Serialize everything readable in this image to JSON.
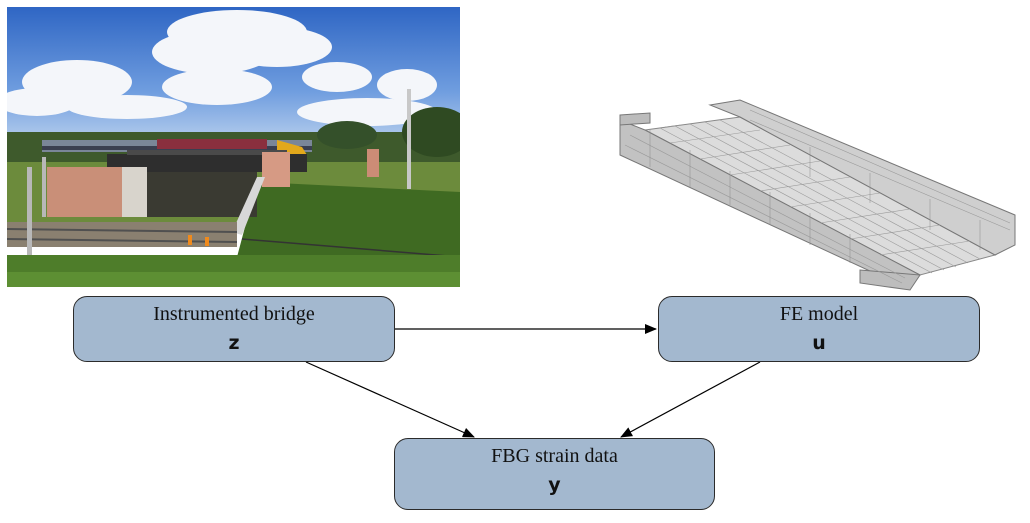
{
  "nodes": {
    "bridge": {
      "label": "Instrumented bridge",
      "symbol": "z"
    },
    "fe_model": {
      "label": "FE model",
      "symbol": "u"
    },
    "fbg": {
      "label": "FBG strain data",
      "symbol": "y"
    }
  },
  "colors": {
    "node_fill": "#a3b8cf",
    "node_border": "#2b2b2b",
    "arrow": "#000000",
    "sky": "#4a7fd0",
    "grass": "#4e7d2a",
    "mesh": "#9a9a9a"
  }
}
